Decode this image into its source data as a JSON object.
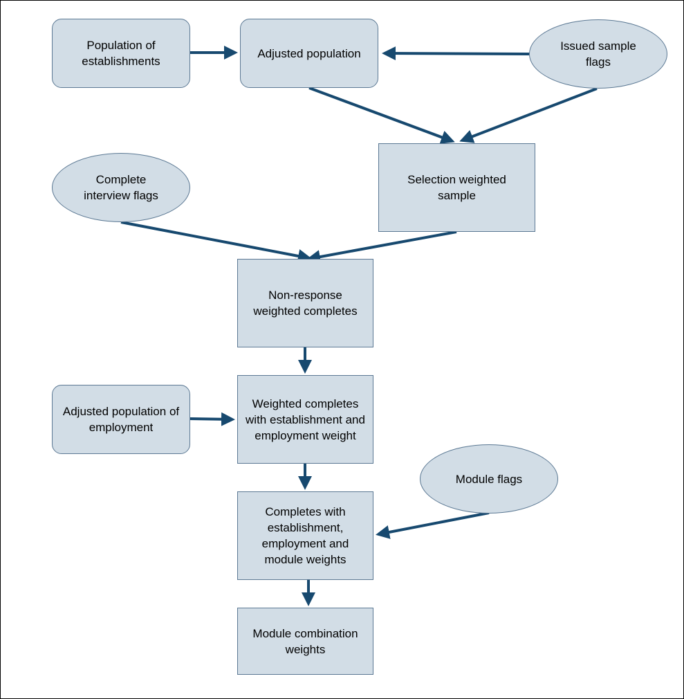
{
  "colors": {
    "node_fill": "#d2dde6",
    "node_border": "#5b7893",
    "arrow": "#17496f",
    "text": "#000000"
  },
  "nodes": {
    "population_of_establishments": "Population of establishments",
    "adjusted_population": "Adjusted population",
    "issued_sample_flags": "Issued sample flags",
    "selection_weighted_sample": "Selection weighted sample",
    "complete_interview_flags": "Complete interview flags",
    "non_response_weighted_completes": "Non-response weighted completes",
    "adjusted_population_of_employment": "Adjusted population of employment",
    "weighted_completes_with_weights": "Weighted completes with establishment and employment weight",
    "module_flags": "Module flags",
    "completes_with_module_weights": "Completes with establishment, employment and module weights",
    "module_combination_weights": "Module combination weights"
  },
  "edges": [
    {
      "from": "population_of_establishments",
      "to": "adjusted_population"
    },
    {
      "from": "issued_sample_flags",
      "to": "adjusted_population"
    },
    {
      "from": "adjusted_population",
      "to": "selection_weighted_sample"
    },
    {
      "from": "issued_sample_flags",
      "to": "selection_weighted_sample"
    },
    {
      "from": "complete_interview_flags",
      "to": "non_response_weighted_completes"
    },
    {
      "from": "selection_weighted_sample",
      "to": "non_response_weighted_completes"
    },
    {
      "from": "non_response_weighted_completes",
      "to": "weighted_completes_with_weights"
    },
    {
      "from": "adjusted_population_of_employment",
      "to": "weighted_completes_with_weights"
    },
    {
      "from": "weighted_completes_with_weights",
      "to": "completes_with_module_weights"
    },
    {
      "from": "module_flags",
      "to": "completes_with_module_weights"
    },
    {
      "from": "completes_with_module_weights",
      "to": "module_combination_weights"
    }
  ]
}
